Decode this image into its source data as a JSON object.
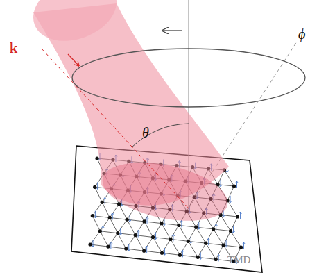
{
  "diagram": {
    "labels": [
      "k",
      "ϕ",
      "θ",
      "TMD"
    ]
  }
}
